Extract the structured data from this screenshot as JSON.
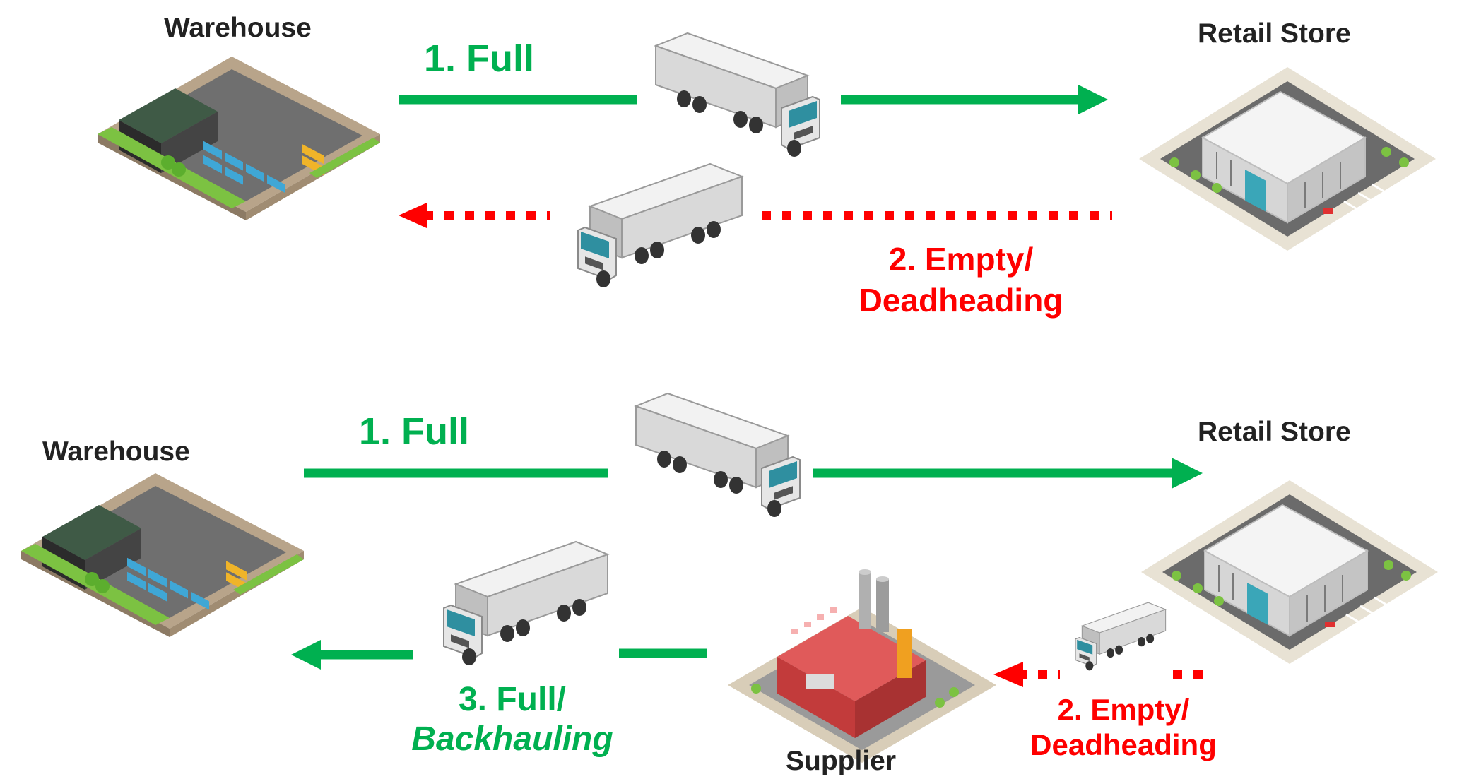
{
  "colors": {
    "full": "#00B050",
    "empty": "#FF0000",
    "text": "#222222"
  },
  "top": {
    "warehouse_label": "Warehouse",
    "retail_label": "Retail Store",
    "full_label": "1. Full",
    "empty_label_line1": "2. Empty/",
    "empty_label_line2": "Deadheading"
  },
  "bottom": {
    "warehouse_label": "Warehouse",
    "retail_label": "Retail Store",
    "supplier_label": "Supplier",
    "full_label": "1. Full",
    "empty_label_line1": "2. Empty/",
    "empty_label_line2": "Deadheading",
    "backhaul_label_line1": "3. Full/",
    "backhaul_label_line2": "Backhauling"
  },
  "icons": [
    "warehouse-icon",
    "retail-store-icon",
    "supplier-factory-icon",
    "truck-icon"
  ]
}
